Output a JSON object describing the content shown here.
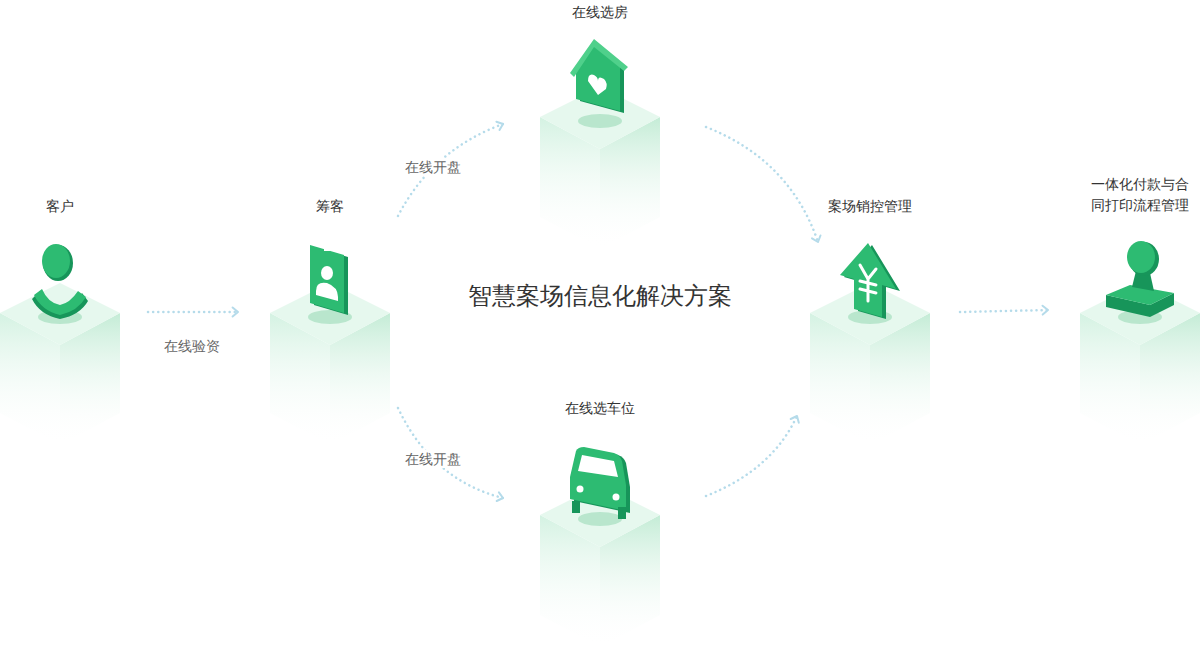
{
  "diagram": {
    "title": "智慧案场信息化解决方案",
    "nodes": [
      {
        "text": [
          "客户"
        ]
      },
      {
        "text": [
          "筹客"
        ]
      },
      {
        "text": [
          "在线选房"
        ]
      },
      {
        "text": [
          "在线选车位"
        ]
      },
      {
        "text": [
          "案场销控管理"
        ]
      },
      {
        "text": [
          "一体化付款与合同打印流程管理"
        ]
      }
    ],
    "edges": [
      {
        "from": 0,
        "to": 1,
        "label": "在线验资",
        "arrow": "to"
      },
      {
        "from": 1,
        "to": 2,
        "label": "在线开盘",
        "arrow": "to"
      },
      {
        "from": 1,
        "to": 3,
        "label": "在线开盘",
        "arrow": "to"
      },
      {
        "from": 2,
        "to": 4,
        "arrow": "to"
      },
      {
        "from": 3,
        "to": 4,
        "arrow": "to"
      },
      {
        "from": 4,
        "to": 5,
        "arrow": "to"
      }
    ]
  }
}
